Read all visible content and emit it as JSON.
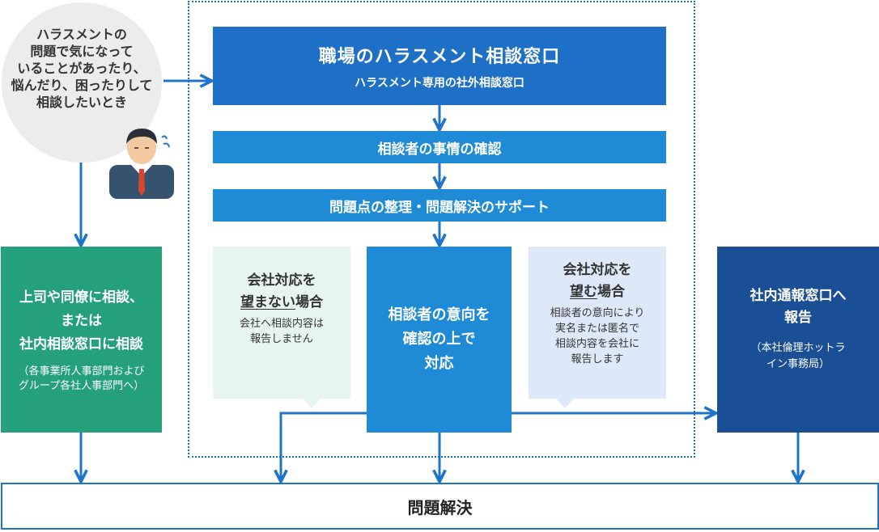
{
  "consulter": {
    "lines": [
      "ハラスメントの",
      "問題で気になって",
      "いることがあったり、",
      "悩んだり、困ったりして",
      "相談したいとき"
    ],
    "icon": "businessman-icon"
  },
  "main": {
    "title": "職場のハラスメント相談窓口",
    "subtitle": "ハラスメント専用の社外相談窓口"
  },
  "steps": [
    "相談者の事情の確認",
    "問題点の整理・問題解決のサポート"
  ],
  "option_no": {
    "title_lines": [
      "会社対応を",
      "望まない場合"
    ],
    "underline_part": "望まない",
    "body_lines": [
      "会社へ相談内容は",
      "報告しません"
    ]
  },
  "center": {
    "lines": [
      "相談者の意向を",
      "確認の上で",
      "対応"
    ]
  },
  "option_yes": {
    "title_lines": [
      "会社対応を",
      "望む場合"
    ],
    "underline_part": "望む",
    "body_lines": [
      "相談者の意向により",
      "実名または匿名で",
      "相談内容を会社に",
      "報告します"
    ]
  },
  "left_box": {
    "title_lines": [
      "上司や同僚に相談、",
      "または",
      "社内相談窓口に相談"
    ],
    "note_lines": [
      "（各事業所人事部門および",
      "グループ各社人事部門へ）"
    ]
  },
  "right_box": {
    "title_lines": [
      "社内通報窓口へ",
      "報告"
    ],
    "note_lines": [
      "（本社倫理ホットラ",
      "イン事務局）"
    ]
  },
  "result": "問題解決",
  "colors": {
    "main_blue": "#1e6fc6",
    "step_blue": "#1f8bd6",
    "green": "#24a07a",
    "navy": "#1a4f95",
    "arrow": "#1e74c9",
    "pale_green": "#e6f5f1",
    "pale_blue": "#dde9f8"
  }
}
